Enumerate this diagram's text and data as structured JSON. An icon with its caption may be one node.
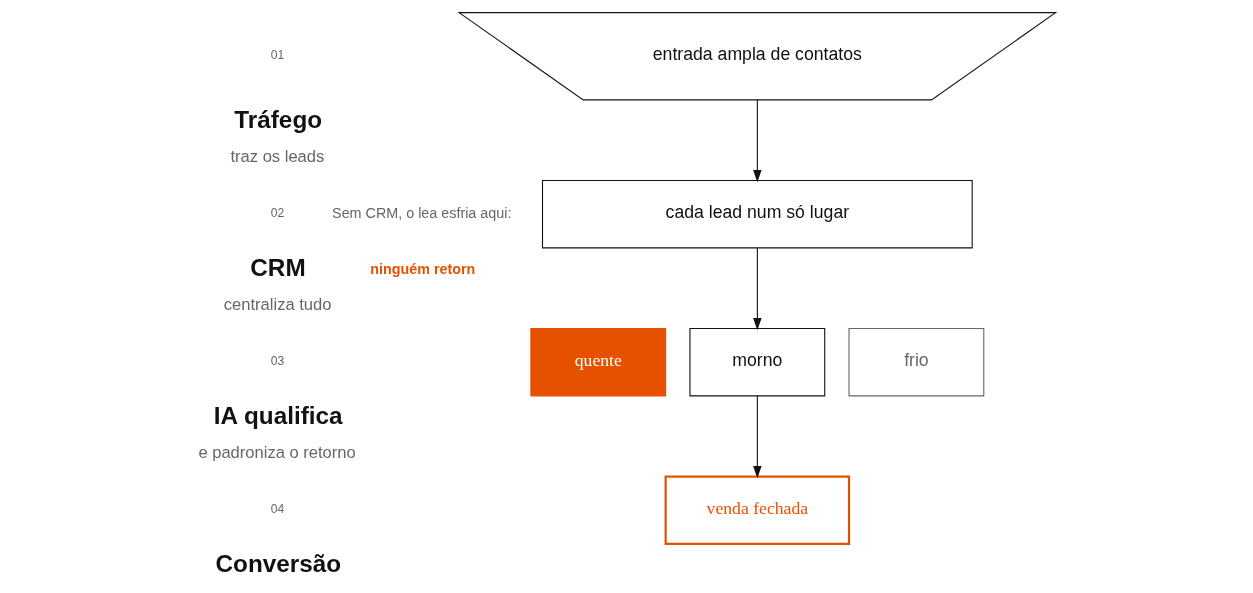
{
  "diagram": {
    "nodes": [
      {
        "text": [
          "entrada ampla de contatos"
        ]
      },
      {
        "text": [
          "cada lead num só lugar"
        ]
      },
      {
        "text": [
          "quente"
        ]
      },
      {
        "text": [
          "morno"
        ]
      },
      {
        "text": [
          "frio"
        ]
      },
      {
        "text": [
          "venda fechada"
        ]
      }
    ],
    "edges": [
      {
        "from": 0,
        "to": 1,
        "arrow": "to"
      },
      {
        "from": 1,
        "to": 3,
        "arrow": "to"
      },
      {
        "from": 3,
        "to": 5,
        "arrow": "to"
      }
    ],
    "labels": [
      "01",
      "Tráfego",
      "traz os leads",
      "02",
      "CRM",
      "centraliza tudo",
      "Sem CRM, o lea esfria aqui:",
      "ninguém retorn",
      "03",
      "IA qualifica",
      "e padroniza o retorno",
      "04",
      "Conversão"
    ]
  }
}
